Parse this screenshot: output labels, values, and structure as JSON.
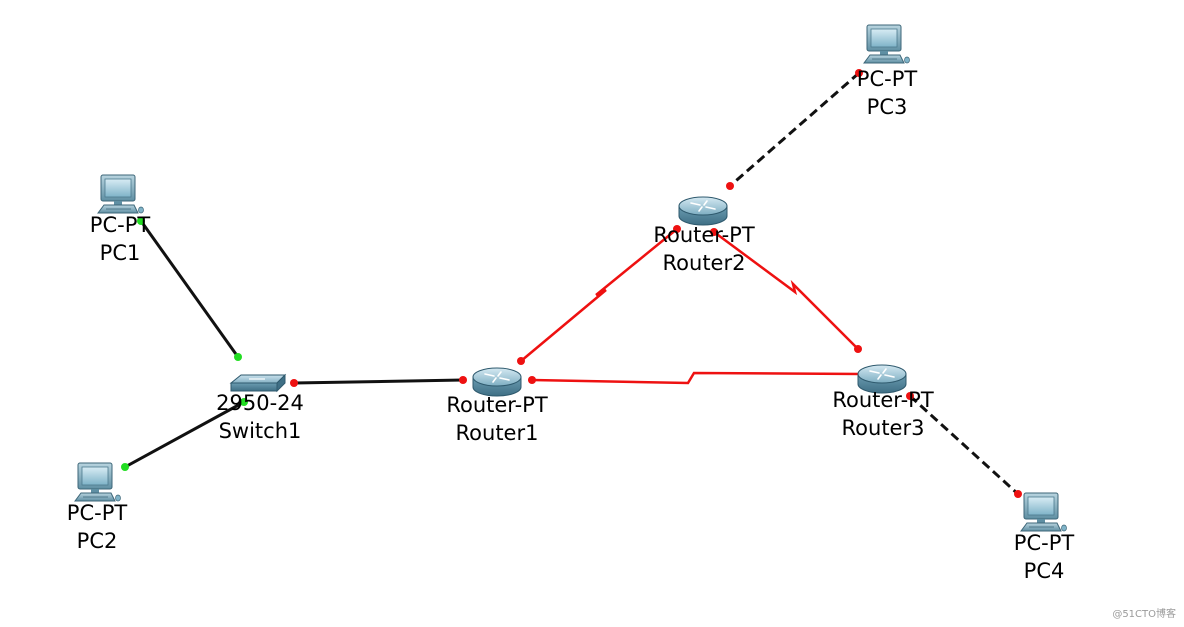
{
  "devices": [
    {
      "id": "pc1",
      "kind": "pc",
      "model": "PC-PT",
      "name": "PC1"
    },
    {
      "id": "pc2",
      "kind": "pc",
      "model": "PC-PT",
      "name": "PC2"
    },
    {
      "id": "pc3",
      "kind": "pc",
      "model": "PC-PT",
      "name": "PC3"
    },
    {
      "id": "pc4",
      "kind": "pc",
      "model": "PC-PT",
      "name": "PC4"
    },
    {
      "id": "switch1",
      "kind": "switch",
      "model": "2950-24",
      "name": "Switch1"
    },
    {
      "id": "router1",
      "kind": "router",
      "model": "Router-PT",
      "name": "Router1"
    },
    {
      "id": "router2",
      "kind": "router",
      "model": "Router-PT",
      "name": "Router2"
    },
    {
      "id": "router3",
      "kind": "router",
      "model": "Router-PT",
      "name": "Router3"
    }
  ],
  "links": [
    {
      "from": "pc1",
      "to": "switch1",
      "cable": "copper-straight",
      "status": "up"
    },
    {
      "from": "pc2",
      "to": "switch1",
      "cable": "copper-straight",
      "status": "up"
    },
    {
      "from": "switch1",
      "to": "router1",
      "cable": "copper-straight",
      "status": "down"
    },
    {
      "from": "router1",
      "to": "router2",
      "cable": "serial",
      "status": "down"
    },
    {
      "from": "router1",
      "to": "router3",
      "cable": "serial",
      "status": "down"
    },
    {
      "from": "router2",
      "to": "router3",
      "cable": "serial",
      "status": "down"
    },
    {
      "from": "pc3",
      "to": "router2",
      "cable": "copper-cross",
      "status": "down"
    },
    {
      "from": "pc4",
      "to": "router3",
      "cable": "copper-cross",
      "status": "down"
    }
  ],
  "colors": {
    "link_up": "#22dd22",
    "link_down": "#ee1111",
    "serial_cable": "#ee1111",
    "copper_cable": "#111111"
  },
  "watermark": "@51CTO博客"
}
